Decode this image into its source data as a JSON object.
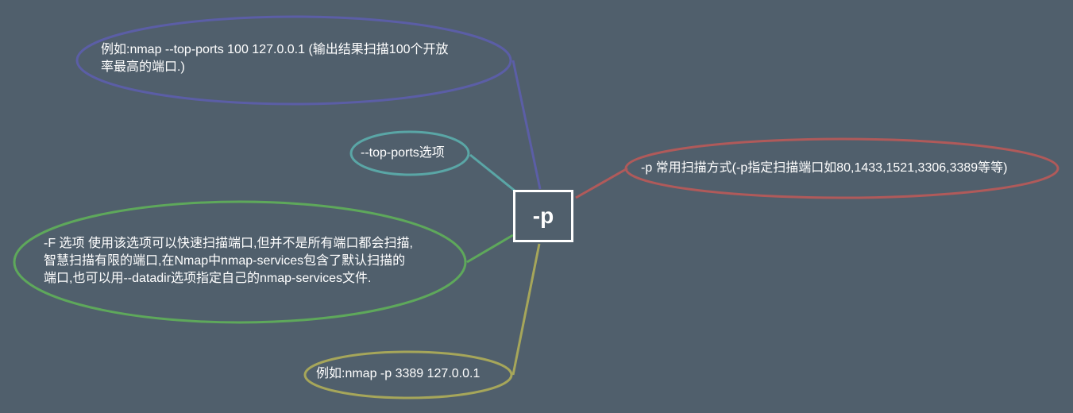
{
  "central": {
    "label": "-p"
  },
  "nodes": {
    "top_ports_example": {
      "lines": [
        "例如:nmap --top-ports 100 127.0.0.1 (输出结果扫描100个开放",
        "率最高的端口.)"
      ],
      "color": "#5b5ea6"
    },
    "top_ports_option": {
      "lines": [
        "--top-ports选项"
      ],
      "color": "#5aa6a6"
    },
    "fast_scan": {
      "lines": [
        "-F 选项 使用该选项可以快速扫描端口,但并不是所有端口都会扫描,",
        "智慧扫描有限的端口,在Nmap中nmap-services包含了默认扫描的",
        "端口,也可以用--datadir选项指定自己的nmap-services文件."
      ],
      "color": "#5ea85b"
    },
    "p_example": {
      "lines": [
        "例如:nmap -p 3389 127.0.0.1"
      ],
      "color": "#a6a65a"
    },
    "common_usage": {
      "lines": [
        "-p 常用扫描方式(-p指定扫描端口如80,1433,1521,3306,3389等等)"
      ],
      "color": "#b05a5a"
    }
  }
}
